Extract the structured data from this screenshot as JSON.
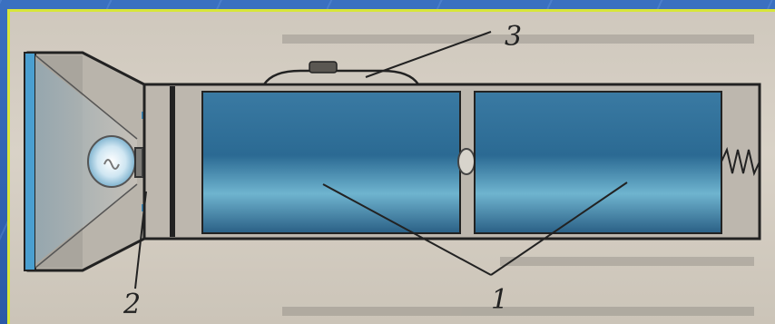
{
  "labels": {
    "battery": "1",
    "lamp_contact": "2",
    "switch": "3"
  },
  "colors": {
    "battery_blue": "#2f6f9a",
    "casing": "#bdb7ae",
    "background": "#2f63b0",
    "frame_border": "#d8e63a"
  },
  "icons": [
    "flashlight-body",
    "lamp-bulb",
    "battery-cell",
    "spring-icon",
    "switch-button"
  ]
}
